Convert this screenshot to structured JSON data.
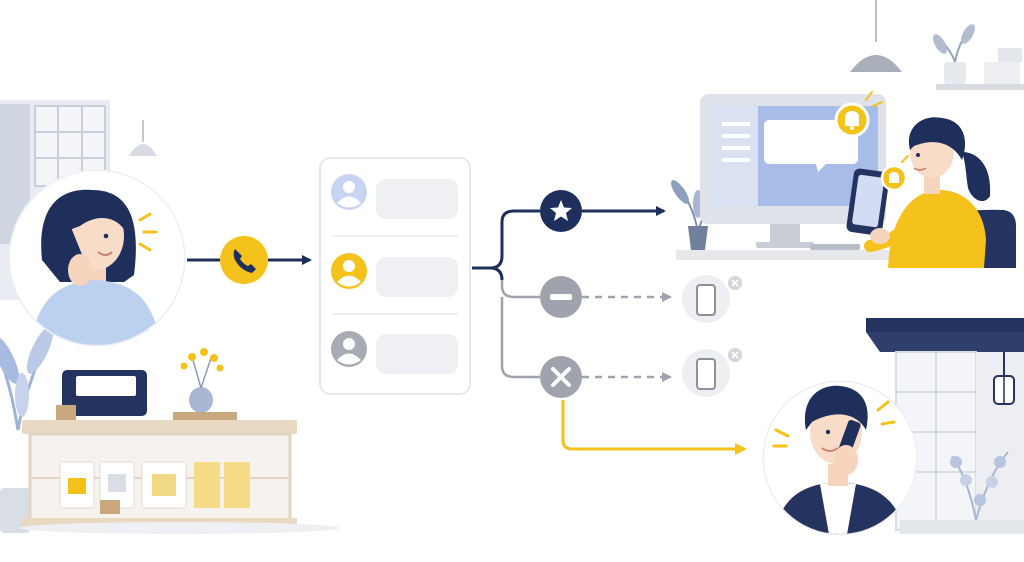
{
  "illustration": {
    "caller_badge_icon": "phone-icon",
    "routing": [
      {
        "name": "priority",
        "status_icon": "star-icon",
        "color": "#1f2f5c",
        "line": "solid",
        "destination": "staff-desk"
      },
      {
        "name": "blocked",
        "status_icon": "minus-icon",
        "color": "#9ea3ad",
        "line": "dashed",
        "destination": "phone-unavailable"
      },
      {
        "name": "rejected",
        "status_icon": "x-icon",
        "color": "#9ea3ad",
        "line": "dashed",
        "destination": "phone-unavailable"
      }
    ],
    "fallback_route": {
      "color": "#f4c21b",
      "destination": "shop-owner"
    },
    "contact_card": {
      "entries": 3,
      "highlight": "#f4c21b"
    },
    "colors": {
      "navy": "#1f2f5c",
      "yellow": "#f4c21b",
      "gray": "#9ea3ad",
      "light_blue": "#bcd0f0"
    }
  }
}
